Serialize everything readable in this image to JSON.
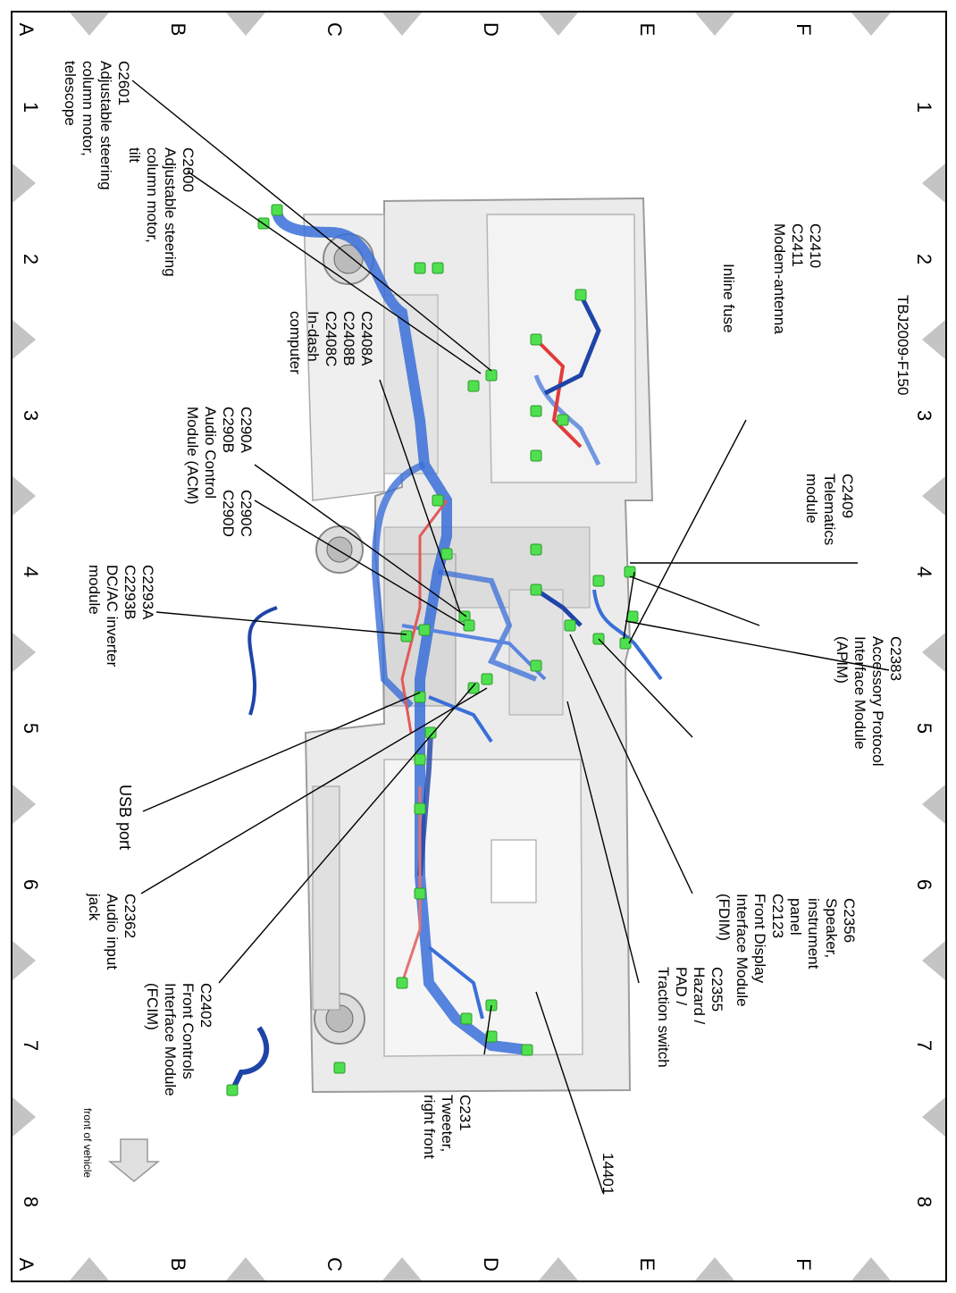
{
  "grid": {
    "columns": [
      "1",
      "2",
      "3",
      "4",
      "5",
      "6",
      "7",
      "8"
    ],
    "rows": [
      "A",
      "B",
      "C",
      "D",
      "E",
      "F"
    ]
  },
  "labels": {
    "c2601": [
      "C2601",
      "Adjustable steering",
      "column motor,",
      "telescope"
    ],
    "c2600": [
      "C2600",
      "Adjustable steering",
      "column motor,",
      "tilt"
    ],
    "c2408": [
      "C2408A",
      "C2408B",
      "C2408C",
      "In-dash",
      "computer"
    ],
    "c290ab": [
      "C290A",
      "C290B",
      "Audio Control",
      "Module (ACM)"
    ],
    "c290cd": [
      "C290C",
      "C290D"
    ],
    "c2293": [
      "C2293A",
      "C2293B",
      "DC/AC inverter",
      "module"
    ],
    "usb": [
      "USB port"
    ],
    "c2362": [
      "C2362",
      "Audio input",
      "jack"
    ],
    "c2402": [
      "C2402",
      "Front Controls",
      "Interface Module",
      "(FCIM)"
    ],
    "c231": [
      "C231",
      "Tweeter,",
      "right front"
    ],
    "w14401": [
      "14401"
    ],
    "c2355": [
      "C2355",
      "Hazard /",
      "PAD /",
      "Traction switch"
    ],
    "c2123": [
      "C2123",
      "Front Display",
      "Interface Module",
      "(FDIM)"
    ],
    "c2356": [
      "C2356",
      "Speaker,",
      "instrument",
      "panel"
    ],
    "c2383": [
      "C2383",
      "Accessory Protocol",
      "Interface Module",
      "(APIM)"
    ],
    "c2409": [
      "C2409",
      "Telematics",
      "module"
    ],
    "tbj": [
      "TBJ2009-F150"
    ],
    "inline_fuse": [
      "Inline fuse"
    ],
    "c2410": [
      "C2410",
      "C2411",
      "Modem-antenna"
    ]
  },
  "front_of_vehicle": "front of vehicle",
  "colors": {
    "harness": "#3a6fd8",
    "harness_light": "#7aa0e8",
    "connector": "#4fe04f",
    "red_wire": "#e23b3b",
    "panel": "#e6e6e6",
    "notch": "#c4c4c4"
  }
}
